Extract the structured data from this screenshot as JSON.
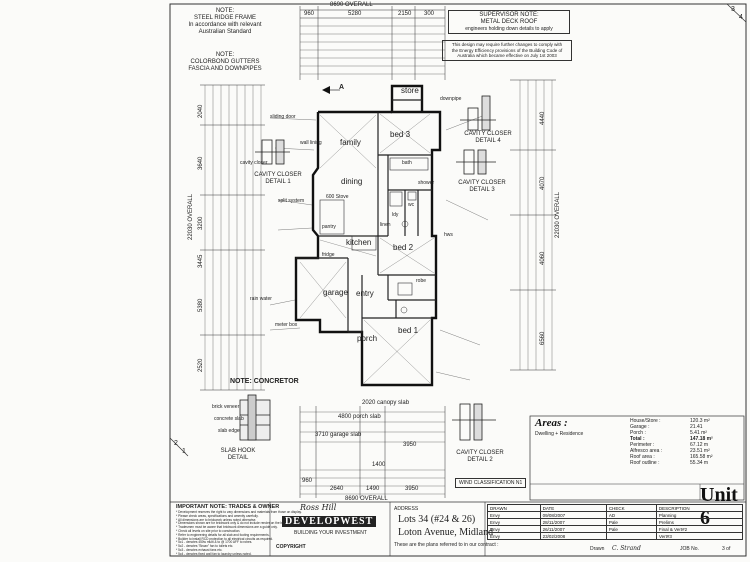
{
  "notes": {
    "steel_frame_1": "NOTE:",
    "steel_frame_2": "STEEL RIDGE FRAME",
    "steel_frame_3": "In accordance with relevant",
    "steel_frame_4": "Australian Standard",
    "gutters_1": "NOTE:",
    "gutters_2": "COLORBOND GUTTERS",
    "gutters_3": "FASCIA AND DOWNPIPES",
    "supervisor_1": "SUPERVISOR NOTE:",
    "supervisor_2": "METAL DECK ROOF",
    "supervisor_3": "engineers holding down details to apply",
    "energy_1": "This design may require further changes to comply with",
    "energy_2": "the Energy Efficiency provisions of the Building Code of",
    "energy_3": "Australia which became effective on July 1st 2003",
    "concreter": "NOTE: CONCRETOR",
    "wind": "WIND CLASSIFICATION N1"
  },
  "dimensions": {
    "top_overall": "8690 OVERALL",
    "top_5280": "5280",
    "top_960": "960",
    "top_2150": "2150",
    "top_300": "300",
    "left_overall": "22030 OVERALL",
    "right_overall": "22030 OVERALL",
    "bottom_overall": "8690 OVERALL",
    "b_960": "960",
    "b_2640": "2640",
    "b_1490": "1490",
    "b_3950": "3950",
    "porch_slab": "4800 porch slab",
    "garage_slab": "3710 garage slab",
    "canopy_slab": "2020 canopy slab",
    "b_3950b": "3950",
    "b_1400": "1400",
    "r_4440": "4440",
    "r_4060": "4060",
    "r_4070": "4070",
    "r_6560": "6560",
    "l_2040": "2040",
    "l_3640": "3640",
    "l_3200": "3200",
    "l_3445": "3445",
    "l_5380": "5380",
    "l_2520": "2520"
  },
  "rooms": {
    "store": "store",
    "bed3": "bed 3",
    "family": "family",
    "dining": "dining",
    "kitchen": "kitchen",
    "bed2": "bed 2",
    "garage": "garage",
    "entry": "entry",
    "porch": "porch",
    "bed1": "bed 1"
  },
  "details": {
    "cavity_1": "CAVITY CLOSER",
    "cavity_1b": "DETAIL 1",
    "cavity_3": "CAVITY CLOSER",
    "cavity_3b": "DETAIL 3",
    "cavity_4": "CAVITY CLOSER",
    "cavity_4b": "DETAIL 4",
    "cavity_2": "CAVITY CLOSER",
    "cavity_2b": "DETAIL 2",
    "slab_hook": "SLAB HOOK",
    "slab_hook_b": "DETAIL"
  },
  "markers": {
    "section_a_top": "A",
    "sheet_top": "3",
    "sheet_top_b": "4",
    "sheet_bl_1": "2",
    "sheet_bl_2": "1"
  },
  "areas": {
    "title": "Areas :",
    "subtitle": "Dwelling + Residence",
    "rows": [
      {
        "label": "House/Store :",
        "value": "120.3 m²"
      },
      {
        "label": "Garage :",
        "value": "21.41"
      },
      {
        "label": "Porch :",
        "value": "5.41 m²"
      },
      {
        "label": "Total :",
        "value": "147.18 m²"
      },
      {
        "label": "Perimeter :",
        "value": "67.12 m"
      },
      {
        "label": "Alfresco area :",
        "value": "23.51 m²"
      },
      {
        "label": "Roof area :",
        "value": "165.58 m²"
      },
      {
        "label": "Roof outline :",
        "value": "55.34 m"
      }
    ]
  },
  "unit_title": "Unit 6",
  "important": {
    "title": "IMPORTANT NOTE: TRADES & OWNER",
    "lines": [
      "* Development reserves the right to vary dimensions and materials from those on display.",
      "* Please check areas, specifications and amenity carefully.",
      "* All dimensions are to brickwork unless noted otherwise.",
      "* Dimensions shown are for brickwork only & do not include render on the brickwork.",
      "* Tradesmen must be aware that brickwork dimensions are a guide only.",
      "* Check all levels on site prior to construction.",
      "* Refer to engineering details for all slab and footing requirements.",
      "* Builder to install RCD protection to all electrical circuits as required.",
      "* 5c1 - denotes 450w multi & to @ 1700 AFF to robes.",
      "* 5c2 - denotes \"Broan\" fan to toilets etc.",
      "* 5c3 - denotes exhaust fans etc.",
      "* 5c4 - denotes fixed wall fan to laundry unless noted."
    ]
  },
  "logo": {
    "signature": "Ross Hill",
    "company": "DEVELOPWEST",
    "tagline": "BUILDING YOUR INVESTMENT",
    "copyright": "COPYRIGHT"
  },
  "project": {
    "address_label": "ADDRESS",
    "lots": "Lots 34 (#24 & 26)",
    "street": "Loton Avenue, Midland",
    "plans_note": "These are the plans referred to in our contract :"
  },
  "revisions": {
    "headers": [
      "DRAWN",
      "DATE",
      "CHECK",
      "DESCRIPTION"
    ],
    "rows": [
      [
        "Envy",
        "09/08/2007",
        "AD",
        "Planning"
      ],
      [
        "Envy",
        "28/11/2007",
        "Pale",
        "Prelims"
      ],
      [
        "Envy",
        "26/11/2007",
        "Pale",
        "Final & Vert#2"
      ],
      [
        "Envy",
        "23/02/2008",
        "",
        "Vert#3"
      ]
    ],
    "drawn_label": "Drawn",
    "drawn_value": "C. Strand",
    "job_label": "JOB No.",
    "sheet_label": "3 of"
  },
  "labels_misc": {
    "wall_lining": "wall lining",
    "cavity_closer": "cavity closer",
    "slab_edge": "slab edge",
    "concrete_slab": "concrete slab",
    "brick_veneer": "brick veneer",
    "stove": "600 Stove",
    "fridge": "fridge",
    "pantry": "pantry",
    "bath": "bath",
    "wc": "wc",
    "ldy": "ldy",
    "shower": "shower",
    "robe": "robe",
    "linen": "linen",
    "hws": "hws",
    "meter_box": "meter box",
    "rain_water": "rain water",
    "downpipe": "downpipe",
    "sliding_door": "sliding door",
    "split_system": "split system"
  }
}
